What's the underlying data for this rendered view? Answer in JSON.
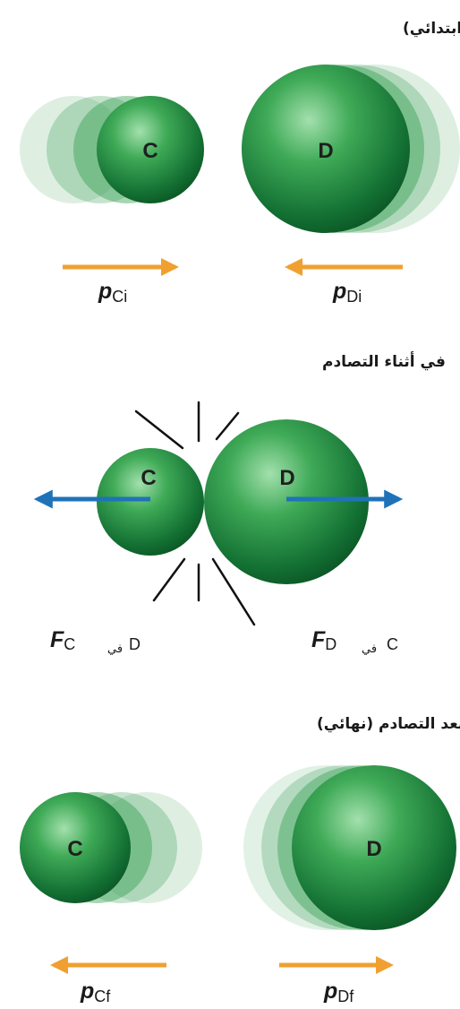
{
  "headings": {
    "before": "قبل التصادم (ابتدائي)",
    "during": "في أثناء التصادم",
    "after": "بعد التصادم (نهائي)"
  },
  "balls": {
    "c": "C",
    "d": "D"
  },
  "momentum": {
    "c_initial": {
      "symbol": "p",
      "sub": "Ci"
    },
    "d_initial": {
      "symbol": "p",
      "sub": "Di"
    },
    "c_final": {
      "symbol": "p",
      "sub": "Cf"
    },
    "d_final": {
      "symbol": "p",
      "sub": "Df"
    }
  },
  "forces": {
    "on_c": {
      "symbol": "F",
      "sub": "C",
      "word": "في",
      "other": "D"
    },
    "on_d": {
      "symbol": "F",
      "sub": "D",
      "word": "في",
      "other": "C"
    }
  },
  "colors": {
    "ball_light": "#8fd49c",
    "ball_mid": "#2f9a4c",
    "ball_dark": "#0c5a26",
    "momentum_arrow": "#f0a030",
    "force_arrow": "#1e73b8",
    "impact_lines": "#111111"
  }
}
